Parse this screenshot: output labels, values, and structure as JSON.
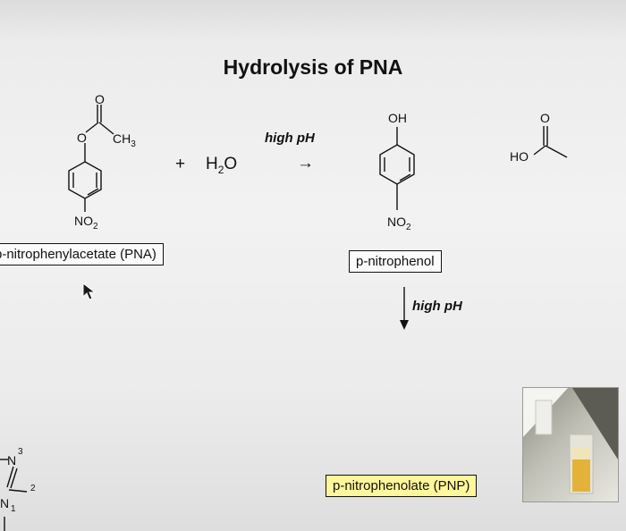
{
  "slide": {
    "title": "Hydrolysis of PNA"
  },
  "reactant": {
    "carbonyl_o": "O",
    "ester_o": "O",
    "methyl_main": "CH",
    "methyl_sub": "3",
    "nitro_main": "NO",
    "nitro_sub": "2",
    "name_box": "p-nitrophenylacetate (PNA)"
  },
  "water": {
    "plus": "+",
    "h": "H",
    "sub": "2",
    "o": "O"
  },
  "arrow1": {
    "condition": "high pH",
    "glyph": "→"
  },
  "product1": {
    "hydroxyl": "OH",
    "nitro_main": "NO",
    "nitro_sub": "2",
    "name_box": "p-nitrophenol"
  },
  "acetic_acid": {
    "carbonyl_o": "O",
    "ho": "HO"
  },
  "arrow2": {
    "condition": "high pH"
  },
  "product2": {
    "name_box": "p-nitrophenolate (PNP)"
  },
  "partial_structure": {
    "n_label": "N",
    "num3": "3",
    "num2": "2",
    "n1_label": "N",
    "num1": "1"
  },
  "colors": {
    "pnp_box": "#fff79a",
    "background": "#efefef",
    "ink": "#111111"
  },
  "icons": {
    "cursor": "mouse-pointer-icon"
  }
}
